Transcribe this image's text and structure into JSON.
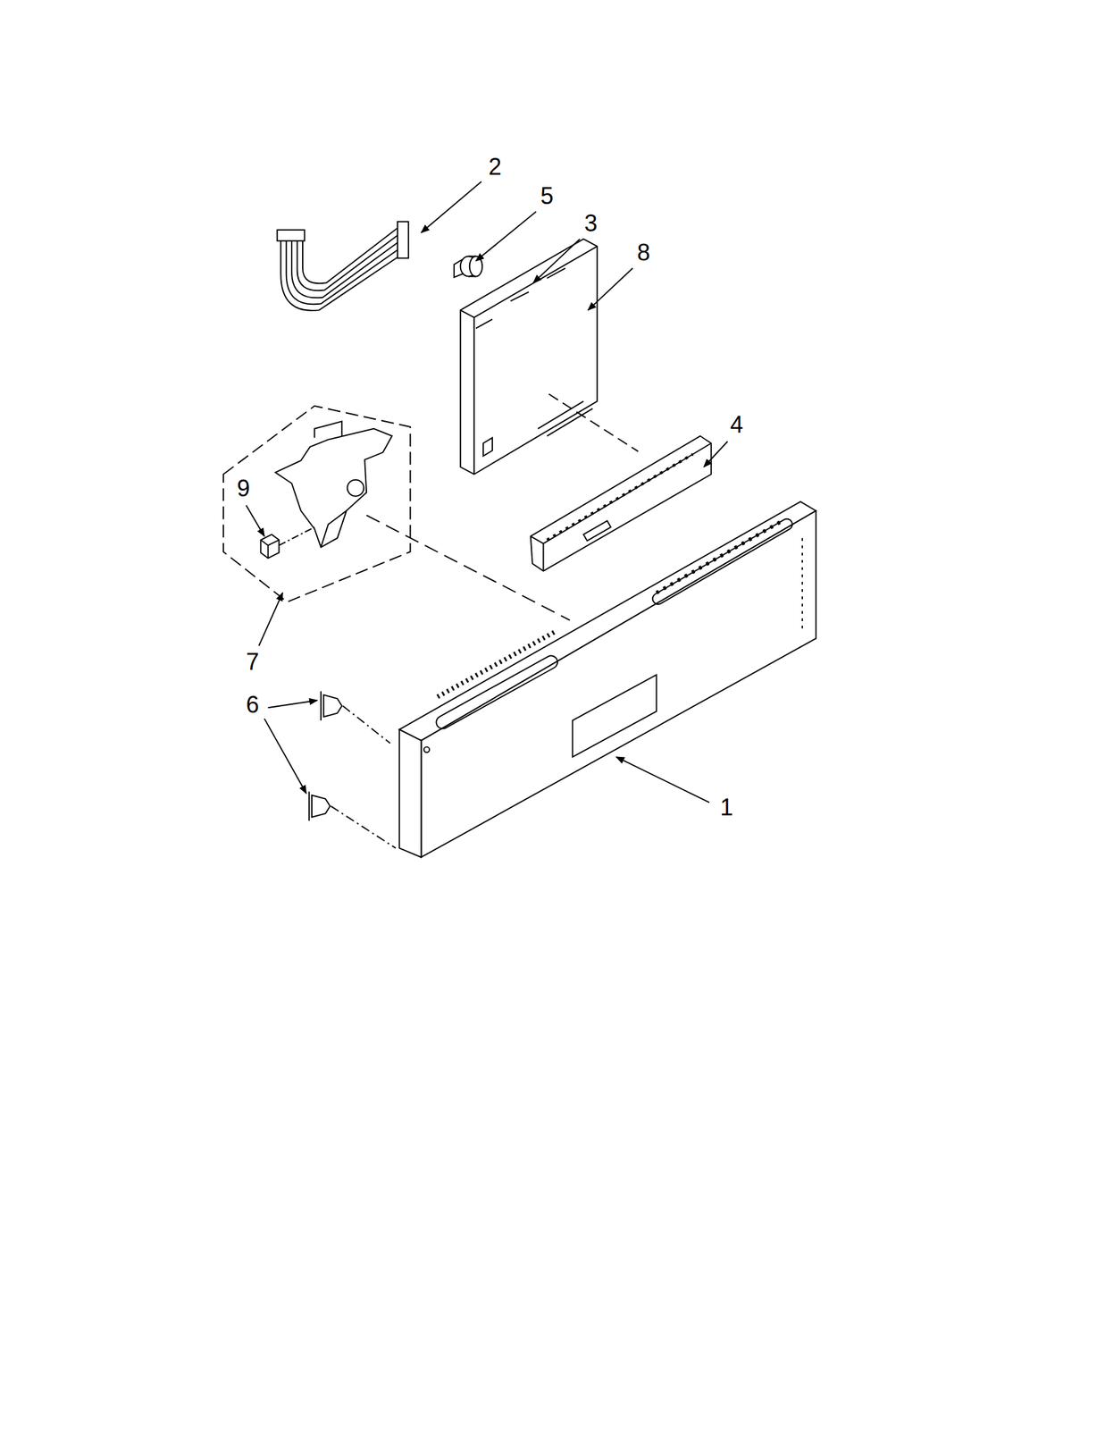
{
  "diagram": {
    "labels": [
      "2",
      "5",
      "3",
      "8",
      "4",
      "9",
      "7",
      "6",
      "1"
    ]
  }
}
